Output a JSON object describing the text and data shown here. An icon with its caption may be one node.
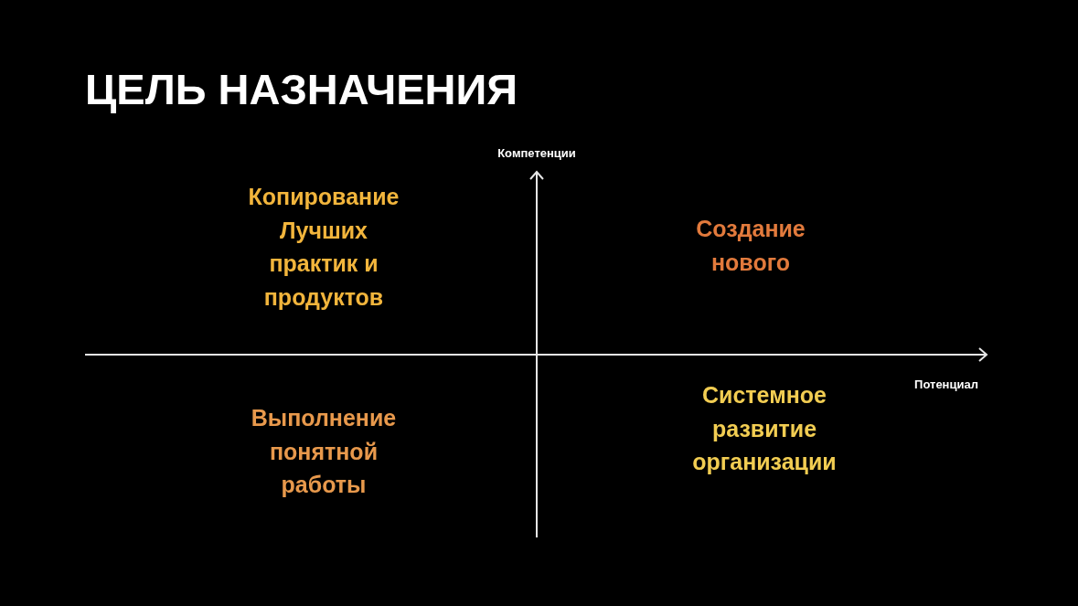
{
  "diagram": {
    "title": "ЦЕЛЬ НАЗНАЧЕНИЯ",
    "labels": [
      "Компетенции",
      "Копирование Лучших практик и продуктов",
      "Создание нового",
      "Потенциал",
      "Выполнение понятной работы",
      "Системное развитие организации"
    ]
  }
}
